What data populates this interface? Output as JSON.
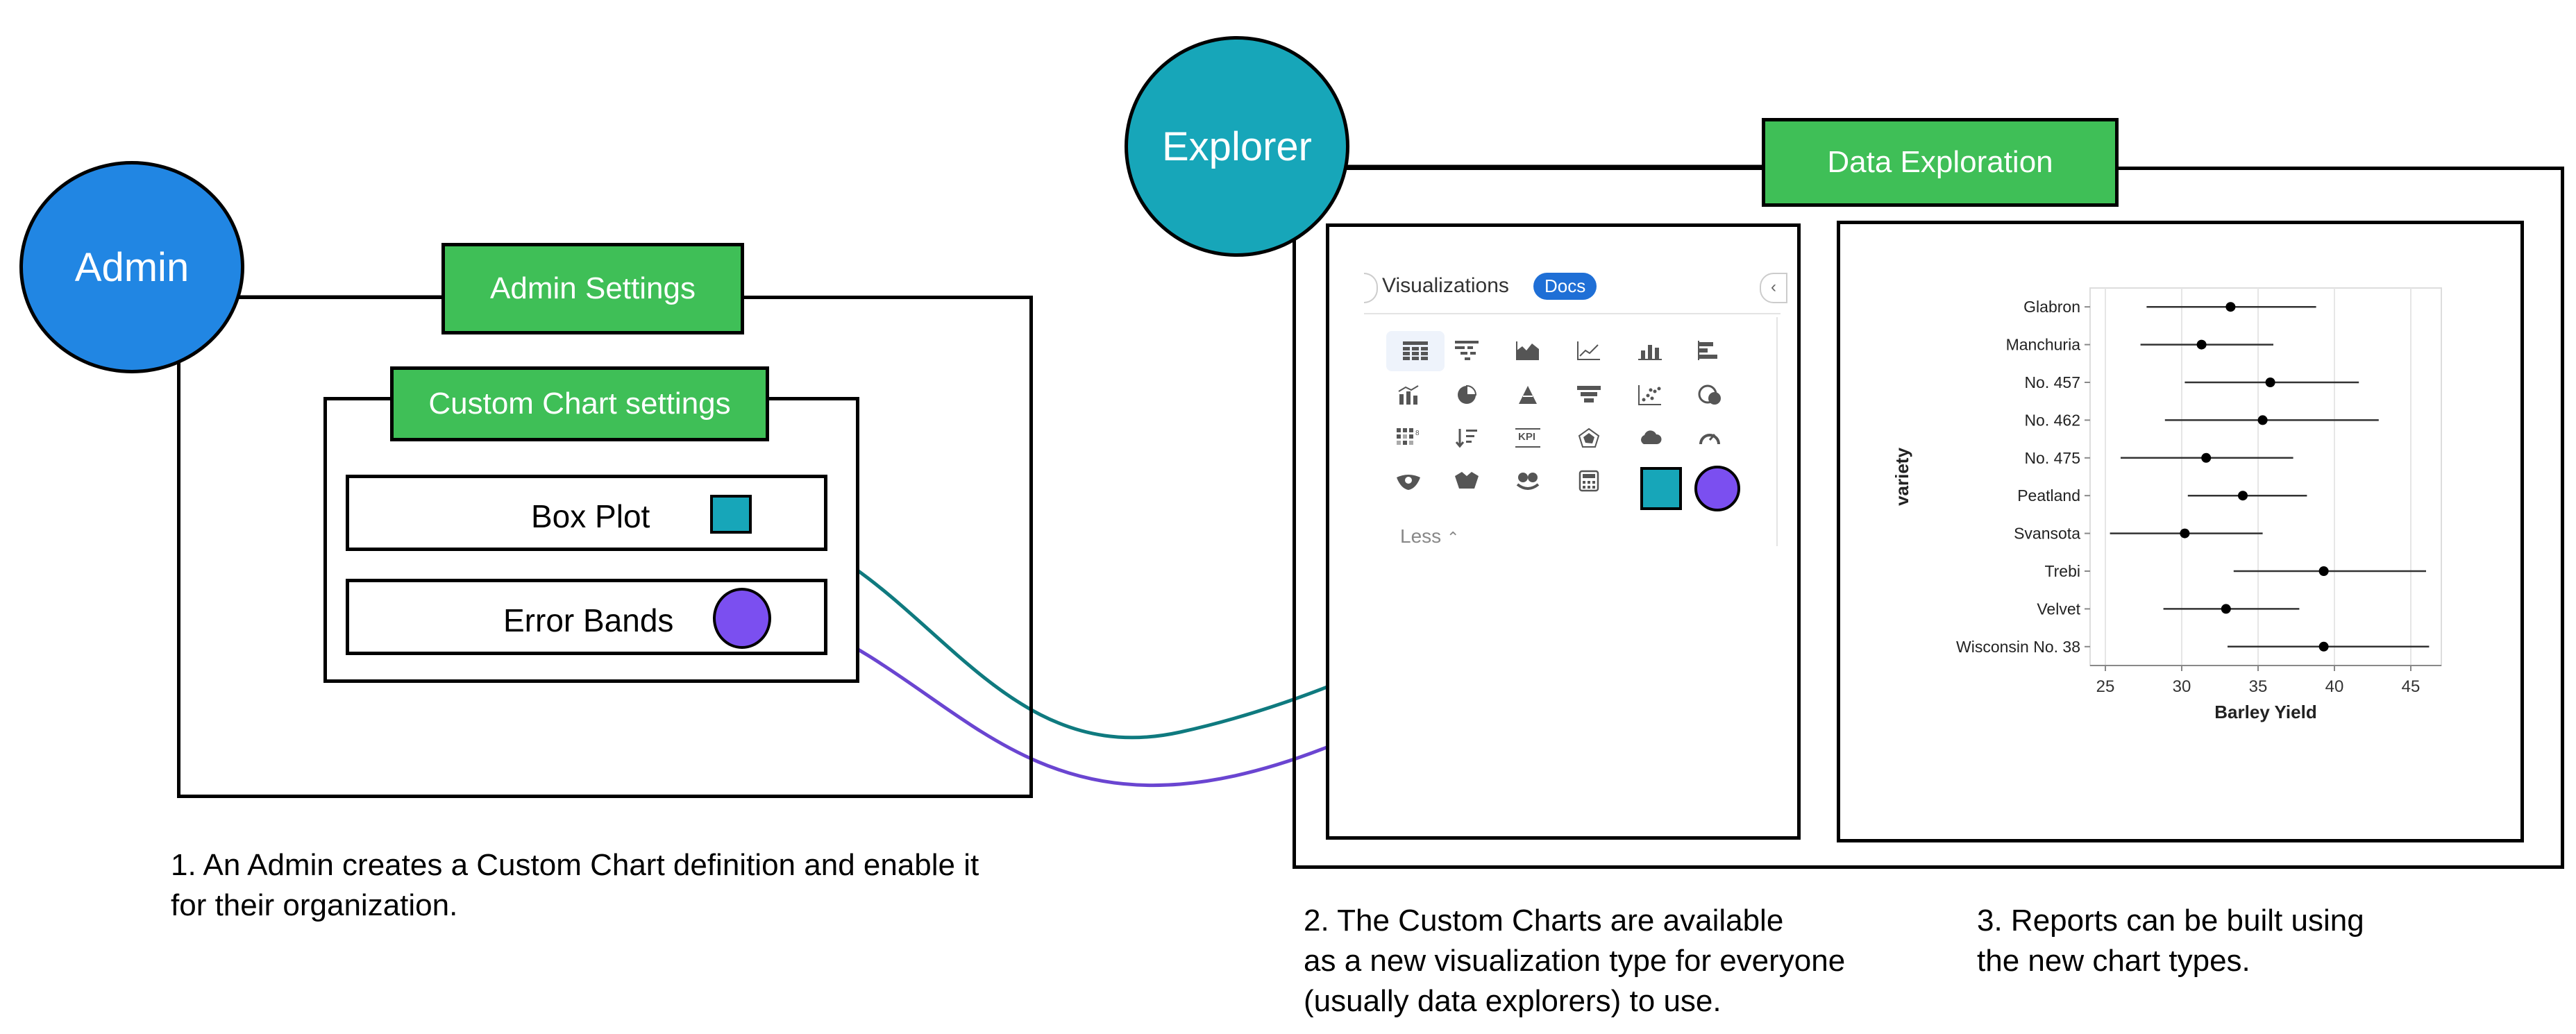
{
  "admin": {
    "circle_label": "Admin",
    "settings_title": "Admin Settings",
    "custom_chart_title": "Custom Chart settings",
    "rows": [
      {
        "label": "Box Plot",
        "shape": "square",
        "color": "#17a6b9"
      },
      {
        "label": "Error Bands",
        "shape": "circle",
        "color": "#7b4ff0"
      }
    ],
    "caption": "1. An Admin creates a Custom Chart definition and enable it\nfor their organization."
  },
  "explorer": {
    "circle_label": "Explorer",
    "data_exploration_title": "Data Exploration",
    "visualizations": {
      "title": "Visualizations",
      "docs_label": "Docs",
      "less_label": "Less",
      "icons": [
        "table-icon",
        "pivot-icon",
        "area-chart-icon",
        "line-chart-icon",
        "bar-chart-icon",
        "horizontal-bar-icon",
        "combo-chart-icon",
        "pie-chart-icon",
        "pyramid-icon",
        "funnel-icon",
        "scatter-icon",
        "map-icon",
        "heatmap-icon",
        "sort-icon",
        "kpi-icon",
        "radar-icon",
        "cloud-icon",
        "gauge-icon",
        "custom-icon-1",
        "custom-icon-2",
        "custom-icon-3",
        "calculator-icon",
        "box-plot-icon",
        "error-bands-icon"
      ],
      "kpi_text": "KPI"
    },
    "caption_2": "2. The Custom Charts are available\nas a new visualization type for everyone\n(usually data explorers) to use.",
    "caption_3": "3. Reports can be built using\nthe new chart types."
  },
  "colors": {
    "admin_blue": "#2186e3",
    "explorer_teal": "#17a6b9",
    "green": "#3fbf57",
    "teal_arrow": "#0f7a7f",
    "purple_arrow": "#6a45d1"
  },
  "chart_data": {
    "type": "scatter",
    "xlabel": "Barley Yield",
    "ylabel": "variety",
    "x_ticks": [
      25,
      30,
      35,
      40,
      45
    ],
    "xlim": [
      24,
      47
    ],
    "categories": [
      "Glabron",
      "Manchuria",
      "No. 457",
      "No. 462",
      "No. 475",
      "Peatland",
      "Svansota",
      "Trebi",
      "Velvet",
      "Wisconsin No. 38"
    ],
    "means": [
      33.2,
      31.3,
      35.8,
      35.3,
      31.6,
      34.0,
      30.2,
      39.3,
      32.9,
      39.3
    ],
    "lows": [
      27.7,
      27.3,
      30.2,
      28.9,
      26.0,
      30.4,
      25.3,
      33.4,
      28.8,
      33.0
    ],
    "highs": [
      38.8,
      36.0,
      41.6,
      42.9,
      37.3,
      38.2,
      35.3,
      46.0,
      37.7,
      46.2
    ],
    "grid": true
  }
}
